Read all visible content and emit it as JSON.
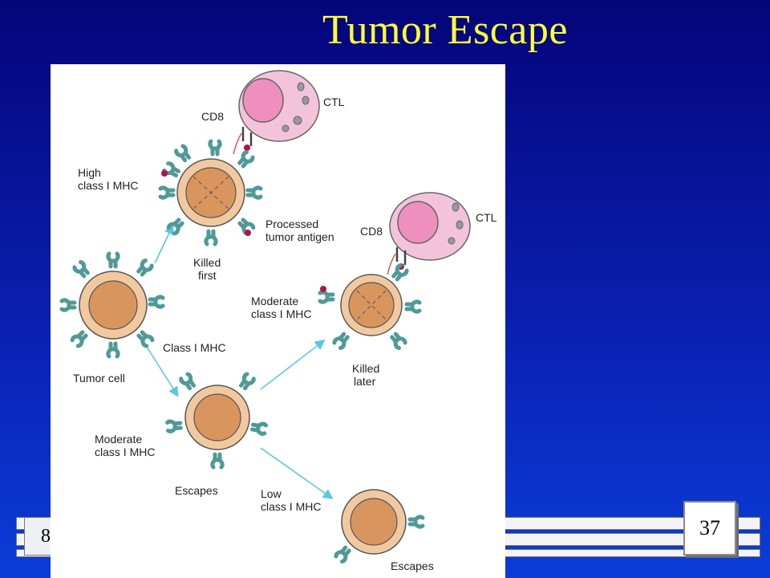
{
  "slide": {
    "title": "Tumor Escape",
    "page_number": "37",
    "footer_left": "8"
  },
  "diagram": {
    "labels": {
      "cd8_top": "CD8",
      "ctl_top": "CTL",
      "high_line1": "High",
      "high_line2": "class I MHC",
      "processed_line1": "Processed",
      "processed_line2": "tumor antigen",
      "killed_first_line1": "Killed",
      "killed_first_line2": "first",
      "cd8_right": "CD8",
      "ctl_right": "CTL",
      "moderate_right_line1": "Moderate",
      "moderate_right_line2": "class I MHC",
      "killed_later_line1": "Killed",
      "killed_later_line2": "later",
      "class_i_mhc": "Class I MHC",
      "tumor_cell": "Tumor cell",
      "moderate_mid_line1": "Moderate",
      "moderate_mid_line2": "class I MHC",
      "escapes_mid": "Escapes",
      "low_line1": "Low",
      "low_line2": "class I MHC",
      "escapes_bottom": "Escapes"
    },
    "colors": {
      "cell_fill": "#f1c9a0",
      "nucleus_fill": "#d9955e",
      "mhc": "#4f9a96",
      "ctl_fill": "#f3c3dc",
      "arrow": "#59c7e8",
      "antigen": "#b0134a"
    }
  }
}
